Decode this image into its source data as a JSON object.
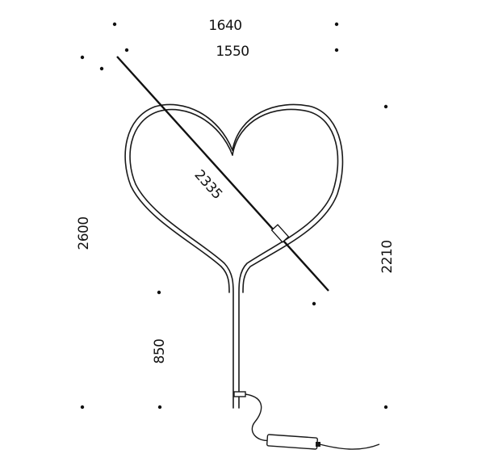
{
  "drawing": {
    "stroke_color": "#1a1a1a",
    "background": "#ffffff",
    "dimensions": {
      "width_outer": "1640",
      "width_inner": "1550",
      "total_height": "2600",
      "heart_height": "2210",
      "diagonal": "2335",
      "stem_height": "850"
    }
  }
}
